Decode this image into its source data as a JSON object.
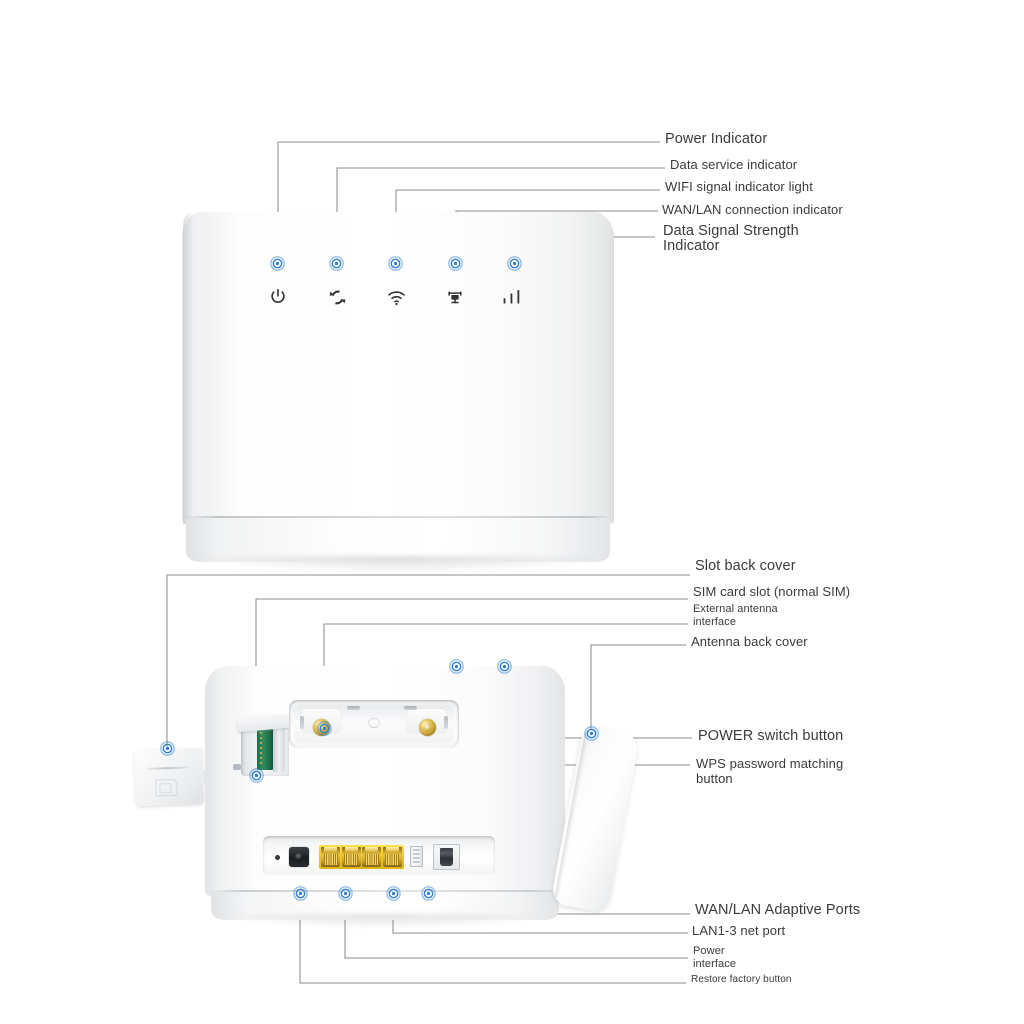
{
  "diagram": {
    "title": "Router product callout diagram",
    "line_color": "#8a8d90",
    "marker_color": "#2f7fd4",
    "text_color": "#3b3b3b"
  },
  "top_unit": {
    "name": "router-front-view",
    "indicators": [
      {
        "id": "power",
        "icon": "power-icon",
        "label": "Power Indicator"
      },
      {
        "id": "data",
        "icon": "data-service-icon",
        "label": "Data service indicator"
      },
      {
        "id": "wifi",
        "icon": "wifi-icon",
        "label": "WIFI signal indicator light"
      },
      {
        "id": "wanlan",
        "icon": "wan-lan-network-icon",
        "label": "WAN/LAN connection indicator"
      },
      {
        "id": "signal",
        "icon": "signal-bars-icon",
        "label": "Data Signal Strength\nIndicator"
      }
    ]
  },
  "bottom_unit": {
    "name": "router-rear-view",
    "callouts": [
      {
        "id": "slot-back-cover",
        "label": "Slot back cover"
      },
      {
        "id": "sim-card-slot",
        "label": "SIM card slot (normal SIM)"
      },
      {
        "id": "external-antenna",
        "label": "External antenna\ninterface"
      },
      {
        "id": "antenna-back-cover",
        "label": "Antenna back cover"
      },
      {
        "id": "power-switch",
        "label": "POWER switch button"
      },
      {
        "id": "wps-button",
        "label": "WPS password matching\nbutton"
      },
      {
        "id": "wan-lan-ports",
        "label": "WAN/LAN Adaptive Ports"
      },
      {
        "id": "lan-net-port",
        "label": "LAN1-3 net port"
      },
      {
        "id": "power-interface",
        "label": "Power\ninterface"
      },
      {
        "id": "restore-factory",
        "label": "Restore factory button"
      }
    ]
  },
  "labels": {
    "power_indicator": "Power Indicator",
    "data_service_indicator": "Data service indicator",
    "wifi_signal_indicator_light": "WIFI signal indicator light",
    "wan_lan_connection_indicator": "WAN/LAN connection indicator",
    "data_signal_strength_l1": "Data Signal Strength",
    "data_signal_strength_l2": "Indicator",
    "slot_back_cover": "Slot back cover",
    "sim_card_slot": "SIM card slot (normal SIM)",
    "external_antenna_l1": "External antenna",
    "external_antenna_l2": "interface",
    "antenna_back_cover": "Antenna back cover",
    "power_switch_button": "POWER switch button",
    "wps_button_l1": "WPS password matching",
    "wps_button_l2": "button",
    "wan_lan_adaptive_ports": "WAN/LAN Adaptive Ports",
    "lan_net_port": "LAN1-3 net port",
    "power_interface_l1": "Power",
    "power_interface_l2": "interface",
    "restore_factory_button": "Restore factory button"
  }
}
